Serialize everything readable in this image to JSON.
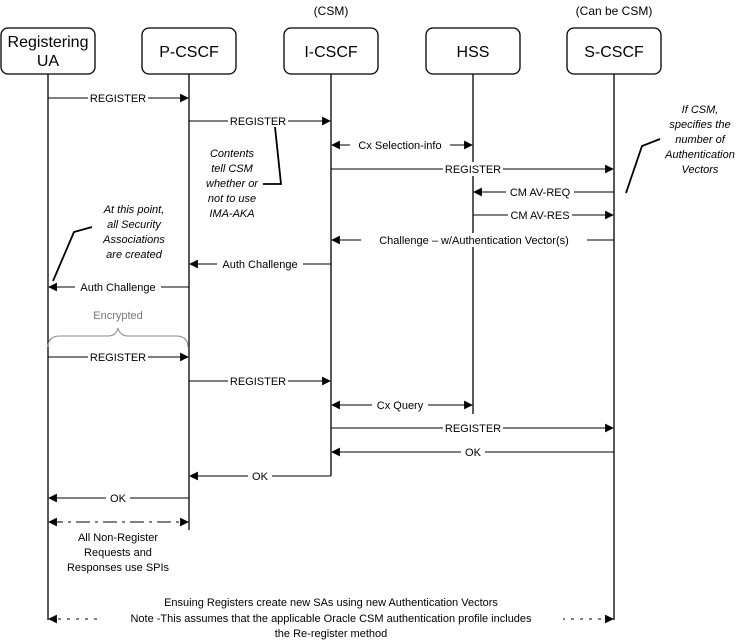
{
  "top_notes": {
    "icscf": "(CSM)",
    "scscf": "(Can be CSM)"
  },
  "actors": {
    "ua_line1": "Registering",
    "ua_line2": "UA",
    "pcscf": "P-CSCF",
    "icscf": "I-CSCF",
    "hss": "HSS",
    "scscf": "S-CSCF"
  },
  "messages": {
    "m1": "REGISTER",
    "m2": "REGISTER",
    "m3": "Cx Selection-info",
    "m4": "REGISTER",
    "m5": "CM AV-REQ",
    "m6": "CM AV-RES",
    "m7": "Challenge – w/Authentication Vector(s)",
    "m8": "Auth Challenge",
    "m9": "Auth Challenge",
    "m10": "REGISTER",
    "m11": "REGISTER",
    "m12": "Cx Query",
    "m13": "REGISTER",
    "m14": "OK",
    "m15": "OK",
    "m16": "OK"
  },
  "notes": {
    "contents": [
      "Contents",
      "tell CSM",
      "whether or",
      "not to use",
      "IMA-AKA"
    ],
    "security": [
      "At this point,",
      "all Security",
      "Associations",
      "are created"
    ],
    "csm": [
      "If CSM,",
      "specifies the",
      "number of",
      "Authentication",
      "Vectors"
    ],
    "encrypted": "Encrypted",
    "non_register": [
      "All Non-Register",
      "Requests and",
      "Responses use SPIs"
    ],
    "ensuing": "Ensuing Registers create new SAs using new Authentication Vectors",
    "footer1": "Note -This assumes that the applicable Oracle CSM authentication profile includes",
    "footer2": "the Re-register method"
  }
}
